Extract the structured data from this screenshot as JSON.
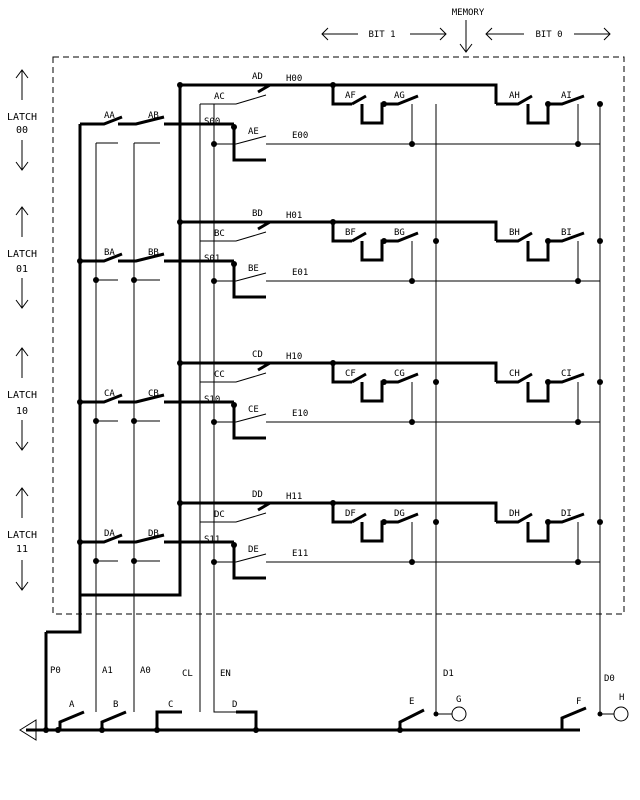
{
  "header": {
    "memory": "MEMORY",
    "bit1": "BIT 1",
    "bit0": "BIT 0"
  },
  "latches": [
    {
      "word": "LATCH",
      "code": "00"
    },
    {
      "word": "LATCH",
      "code": "01"
    },
    {
      "word": "LATCH",
      "code": "10"
    },
    {
      "word": "LATCH",
      "code": "11"
    }
  ],
  "rows": [
    {
      "l1": "AA",
      "l2": "AB",
      "sel": "AC",
      "hold": "AD",
      "hline": "H00",
      "s": "S00",
      "e": "AE",
      "eline": "E00",
      "b1a": "AF",
      "b1b": "AG",
      "b0a": "AH",
      "b0b": "AI"
    },
    {
      "l1": "BA",
      "l2": "BB",
      "sel": "BC",
      "hold": "BD",
      "hline": "H01",
      "s": "S01",
      "e": "BE",
      "eline": "E01",
      "b1a": "BF",
      "b1b": "BG",
      "b0a": "BH",
      "b0b": "BI"
    },
    {
      "l1": "CA",
      "l2": "CB",
      "sel": "CC",
      "hold": "CD",
      "hline": "H10",
      "s": "S10",
      "e": "CE",
      "eline": "E10",
      "b1a": "CF",
      "b1b": "CG",
      "b0a": "CH",
      "b0b": "CI"
    },
    {
      "l1": "DA",
      "l2": "DB",
      "sel": "DC",
      "hold": "DD",
      "hline": "H11",
      "s": "S11",
      "e": "DE",
      "eline": "E11",
      "b1a": "DF",
      "b1b": "DG",
      "b0a": "DH",
      "b0b": "DI"
    }
  ],
  "bus": {
    "p0": "P0",
    "a1": "A1",
    "a0": "A0",
    "cl": "CL",
    "en": "EN",
    "d1": "D1",
    "d0": "D0",
    "swA": "A",
    "swB": "B",
    "swC": "C",
    "swD": "D",
    "swE": "E",
    "swF": "F",
    "outG": "G",
    "outH": "H"
  }
}
